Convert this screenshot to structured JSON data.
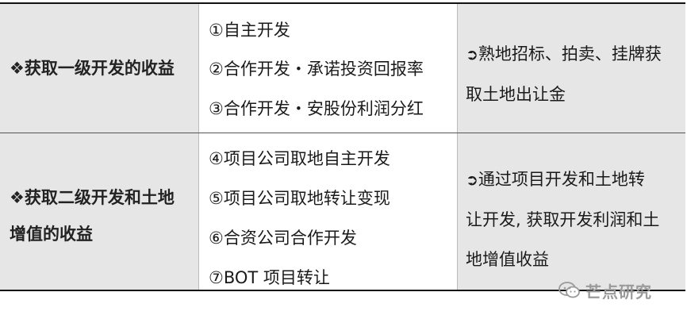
{
  "table": {
    "rows": [
      {
        "heading_bullet": "❖",
        "heading_lines": [
          "获取一级开发的收益"
        ],
        "items": [
          "①自主开发",
          "②合作开发・承诺投资回报率",
          "③合作开发・安股份利润分红"
        ],
        "desc_arrow": "➲",
        "desc_lines": [
          "熟地招标、拍卖、挂牌获",
          "取土地出让金"
        ]
      },
      {
        "heading_bullet": "❖",
        "heading_lines": [
          "获取二级开发和土地",
          "增值的收益"
        ],
        "items": [
          "④项目公司取地自主开发",
          "⑤项目公司取地转让变现",
          "⑥合资公司合作开发",
          "⑦BOT 项目转让"
        ],
        "desc_arrow": "➲",
        "desc_lines": [
          "通过项目开发和土地转",
          "让开发, 获取开发利润和土",
          "地增值收益"
        ]
      }
    ]
  },
  "watermark": {
    "text": "芒点研究",
    "icon": "wechat-icon"
  }
}
